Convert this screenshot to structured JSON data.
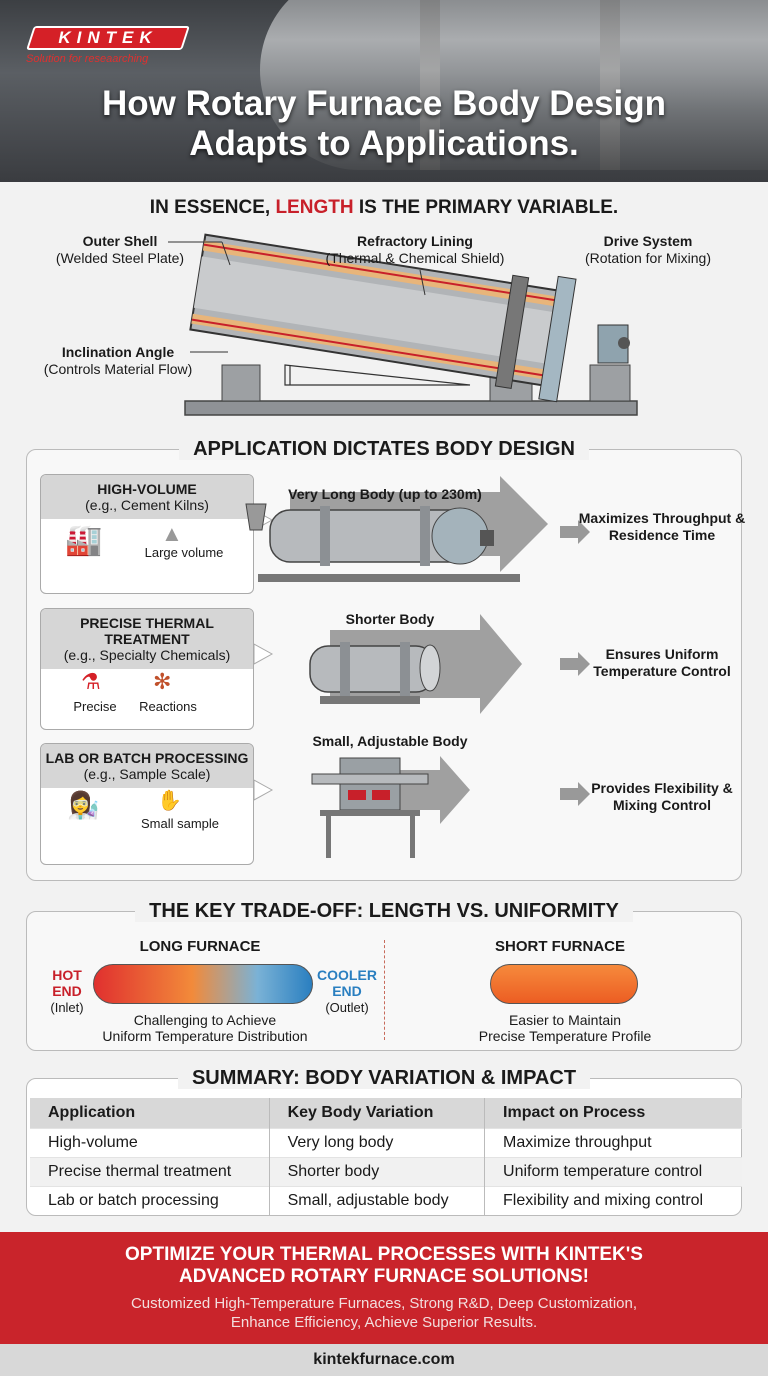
{
  "brand": {
    "name": "KINTEK",
    "tagline": "Solution for reseaarching"
  },
  "title": {
    "line1": "How Rotary Furnace Body Design",
    "line2": "Adapts to Applications."
  },
  "essence": {
    "prefix": "IN ESSENCE, ",
    "highlight": "LENGTH",
    "suffix": " IS THE PRIMARY VARIABLE."
  },
  "diagram": {
    "outer_shell": {
      "name": "Outer Shell",
      "desc": "(Welded Steel Plate)"
    },
    "refractory": {
      "name": "Refractory Lining",
      "desc": "(Thermal & Chemical Shield)"
    },
    "drive": {
      "name": "Drive System",
      "desc": "(Rotation for Mixing)"
    },
    "incline": {
      "name": "Inclination Angle",
      "desc": "(Controls Material Flow)"
    }
  },
  "applications": {
    "title": "APPLICATION DICTATES BODY DESIGN",
    "items": [
      {
        "name": "HIGH-VOLUME",
        "example": "(e.g., Cement Kilns)",
        "icon1": "",
        "icon2": "Large volume",
        "body": "Very Long Body (up to 230m)",
        "result": "Maximizes Throughput & Residence Time"
      },
      {
        "name": "PRECISE THERMAL TREATMENT",
        "example": "(e.g., Specialty Chemicals)",
        "icon1": "Precise",
        "icon2": "Reactions",
        "body": "Shorter Body",
        "result": "Ensures Uniform Temperature Control"
      },
      {
        "name": "LAB OR BATCH PROCESSING",
        "example": "(e.g., Sample Scale)",
        "icon1": "",
        "icon2": "Small sample",
        "body": "Small, Adjustable Body",
        "result": "Provides Flexibility & Mixing Control"
      }
    ]
  },
  "tradeoff": {
    "title": "THE KEY TRADE-OFF: LENGTH VS. UNIFORMITY",
    "long": {
      "title": "LONG FURNACE",
      "hot": "HOT END",
      "hot_sub": "(Inlet)",
      "cool": "COOLER END",
      "cool_sub": "(Outlet)",
      "caption1": "Challenging to Achieve",
      "caption2": "Uniform Temperature Distribution"
    },
    "short": {
      "title": "SHORT FURNACE",
      "caption1": "Easier to Maintain",
      "caption2": "Precise Temperature Profile"
    }
  },
  "summary": {
    "title": "SUMMARY: BODY VARIATION & IMPACT",
    "headers": [
      "Application",
      "Key Body Variation",
      "Impact on Process"
    ],
    "rows": [
      [
        "High-volume",
        "Very long body",
        "Maximize throughput"
      ],
      [
        "Precise thermal treatment",
        "Shorter body",
        "Uniform temperature control"
      ],
      [
        "Lab or batch processing",
        "Small, adjustable body",
        "Flexibility and mixing control"
      ]
    ]
  },
  "cta": {
    "line1": "OPTIMIZE YOUR THERMAL PROCESSES WITH KINTEK'S",
    "line2": "ADVANCED ROTARY FURNACE SOLUTIONS!",
    "sub1": "Customized High-Temperature Furnaces, Strong R&D, Deep Customization,",
    "sub2": "Enhance Efficiency, Achieve Superior Results."
  },
  "footer": {
    "url": "kintekfurnace.com"
  },
  "colors": {
    "accent": "#c9242b",
    "hot": "#e0302f",
    "cool": "#2a7fc0"
  }
}
